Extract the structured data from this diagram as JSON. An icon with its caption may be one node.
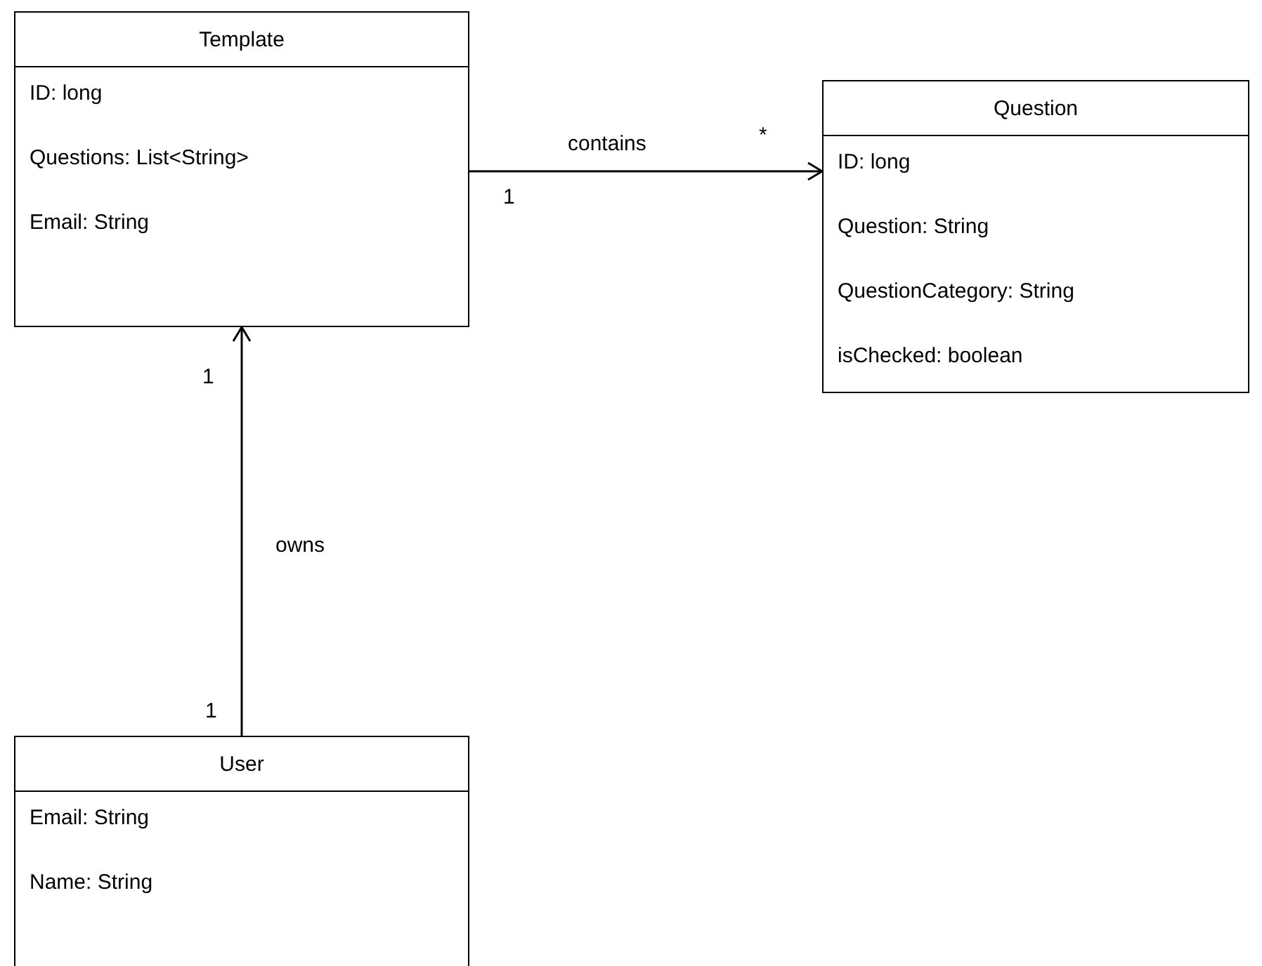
{
  "diagram": {
    "nodes": [
      {
        "text": [
          "Template",
          "ID: long",
          "Questions: List<String>",
          "Email: String"
        ]
      },
      {
        "text": [
          "Question",
          "ID: long",
          "Question: String",
          "QuestionCategory: String",
          "isChecked: boolean"
        ]
      },
      {
        "text": [
          "User",
          "Email: String",
          "Name: String"
        ]
      }
    ],
    "edges": [
      {
        "from": 0,
        "to": 1,
        "arrow": "to",
        "label": "contains"
      },
      {
        "from": 2,
        "to": 0,
        "arrow": "to",
        "label": "owns"
      }
    ],
    "labels": [
      "*",
      "1",
      "1",
      "1"
    ]
  }
}
